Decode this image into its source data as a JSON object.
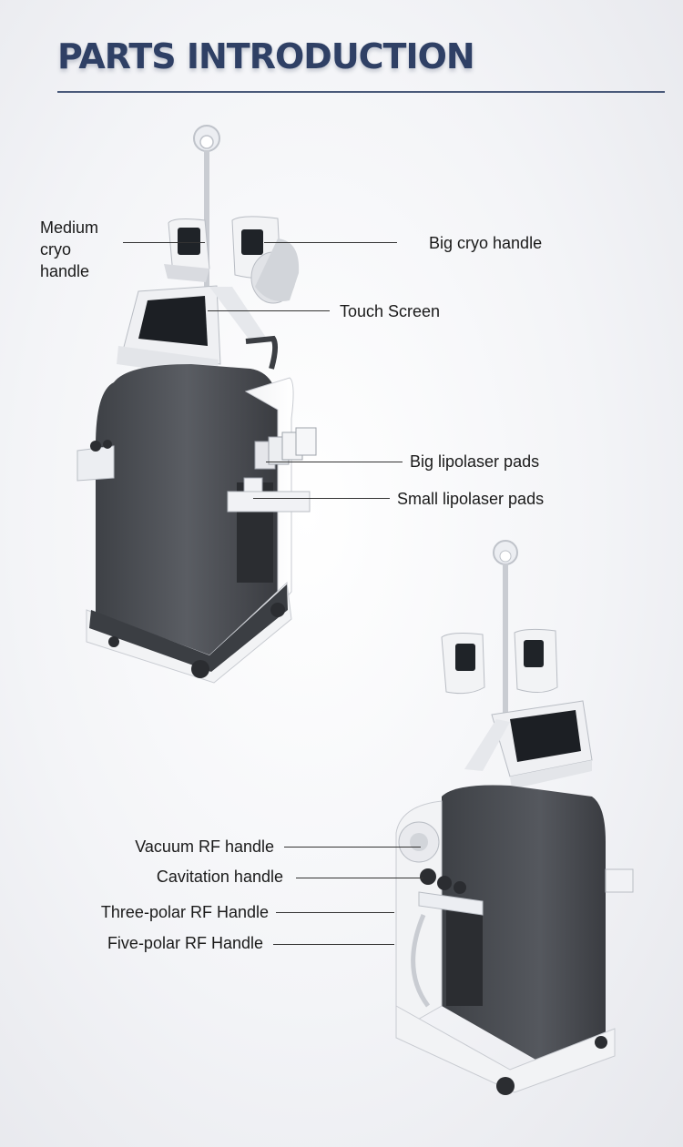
{
  "title": "PARTS INTRODUCTION",
  "labels": {
    "medium_cryo_1": "Medium",
    "medium_cryo_2": "cryo",
    "medium_cryo_3": "handle",
    "big_cryo": "Big cryo handle",
    "touch_screen": "Touch Screen",
    "big_lipo": "Big lipolaser pads",
    "small_lipo": "Small lipolaser pads",
    "vacuum_rf": "Vacuum RF handle",
    "cavitation": "Cavitation handle",
    "three_polar": "Three-polar RF Handle",
    "five_polar": "Five-polar RF Handle"
  },
  "colors": {
    "title": "#2f4065",
    "body_dark": "#4a4d52",
    "body_white": "#f4f5f7",
    "screen": "#1c1f24"
  }
}
